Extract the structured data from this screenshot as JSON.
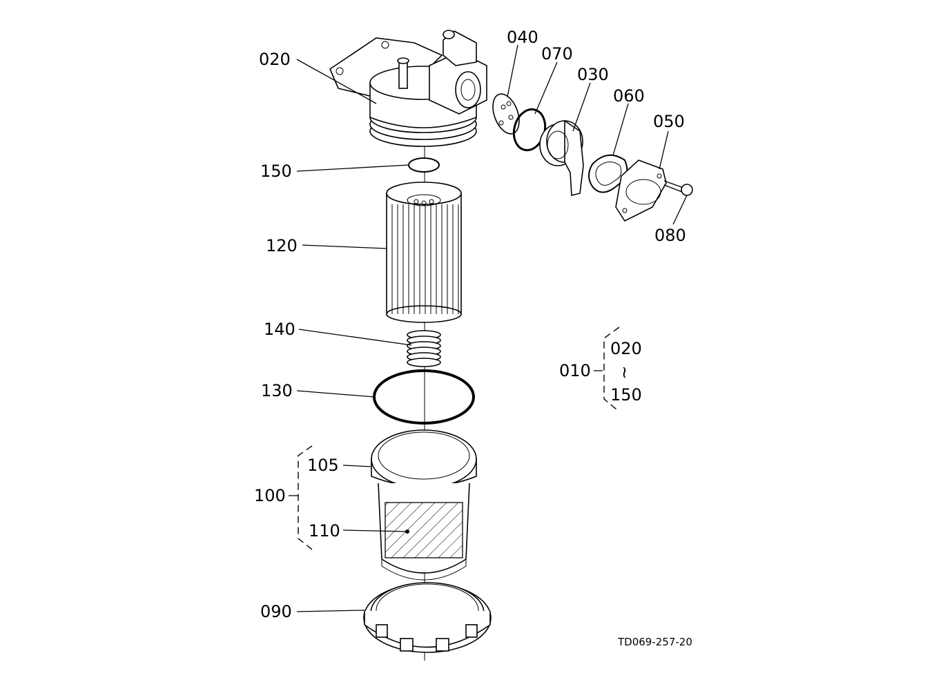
{
  "labels": {
    "p020": "020",
    "p040": "040",
    "p070": "070",
    "p030": "030",
    "p060": "060",
    "p050": "050",
    "p080": "080",
    "p150": "150",
    "p120": "120",
    "p140": "140",
    "p130": "130",
    "p105": "105",
    "p100": "100",
    "p110": "110",
    "p090": "090",
    "p010": "010",
    "range_start": "020",
    "range_sep": "≀",
    "range_end": "150"
  },
  "drawing_code": "TD069-257-20"
}
